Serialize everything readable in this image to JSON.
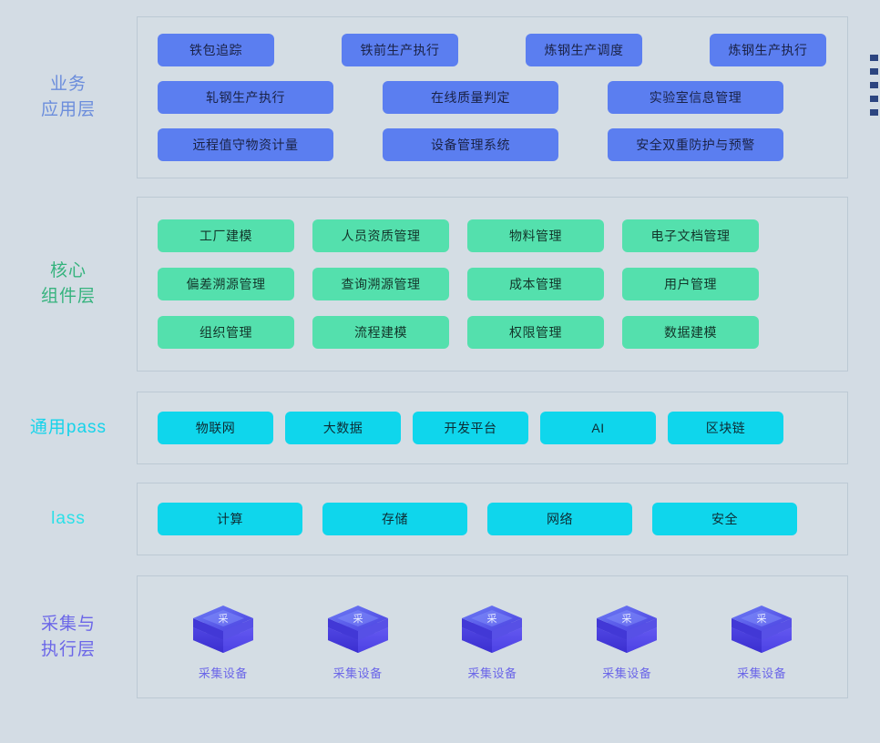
{
  "diagram": {
    "title_visible": false,
    "background_color": "#d3dce4",
    "layers": [
      {
        "id": "business-application",
        "label": "业务\n应用层",
        "label_color": "#6b8ddc",
        "chip_color": "#5b7ef0",
        "rows": [
          [
            "铁包追踪",
            "铁前生产执行",
            "炼钢生产调度",
            "炼钢生产执行"
          ],
          [
            "轧钢生产执行",
            "在线质量判定",
            "实验室信息管理"
          ],
          [
            "远程值守物资计量",
            "设备管理系统",
            "安全双重防护与预警"
          ]
        ]
      },
      {
        "id": "core-component",
        "label": "核心\n组件层",
        "label_color": "#36b37e",
        "chip_color": "#54e0ad",
        "rows": [
          [
            "工厂建模",
            "人员资质管理",
            "物料管理",
            "电子文档管理"
          ],
          [
            "偏差溯源管理",
            "查询溯源管理",
            "成本管理",
            "用户管理"
          ],
          [
            "组织管理",
            "流程建模",
            "权限管理",
            "数据建模"
          ]
        ]
      },
      {
        "id": "general-paas",
        "label": "通用pass",
        "label_color": "#16d3ea",
        "chip_color": "#0fd6ec",
        "rows": [
          [
            "物联网",
            "大数据",
            "开发平台",
            "AI",
            "区块链"
          ]
        ]
      },
      {
        "id": "iaas",
        "label": "lass",
        "label_color": "#2ae0e8",
        "chip_color": "#0fd6ec",
        "rows": [
          [
            "计算",
            "存储",
            "网络",
            "安全"
          ]
        ]
      },
      {
        "id": "acquisition-execution",
        "label": "采集与\n执行层",
        "label_color": "#6b66e8",
        "chip_color": "#5b50e8",
        "devices": [
          {
            "icon": "device-cube-icon",
            "glyph": "采",
            "caption": "采集设备"
          },
          {
            "icon": "device-cube-icon",
            "glyph": "采",
            "caption": "采集设备"
          },
          {
            "icon": "device-cube-icon",
            "glyph": "采",
            "caption": "采集设备"
          },
          {
            "icon": "device-cube-icon",
            "glyph": "采",
            "caption": "采集设备"
          },
          {
            "icon": "device-cube-icon",
            "glyph": "采",
            "caption": "采集设备"
          }
        ]
      }
    ],
    "edge_markers": {
      "name": "truncated-bullet-markers",
      "count": 5,
      "color": "#2c4580"
    }
  }
}
